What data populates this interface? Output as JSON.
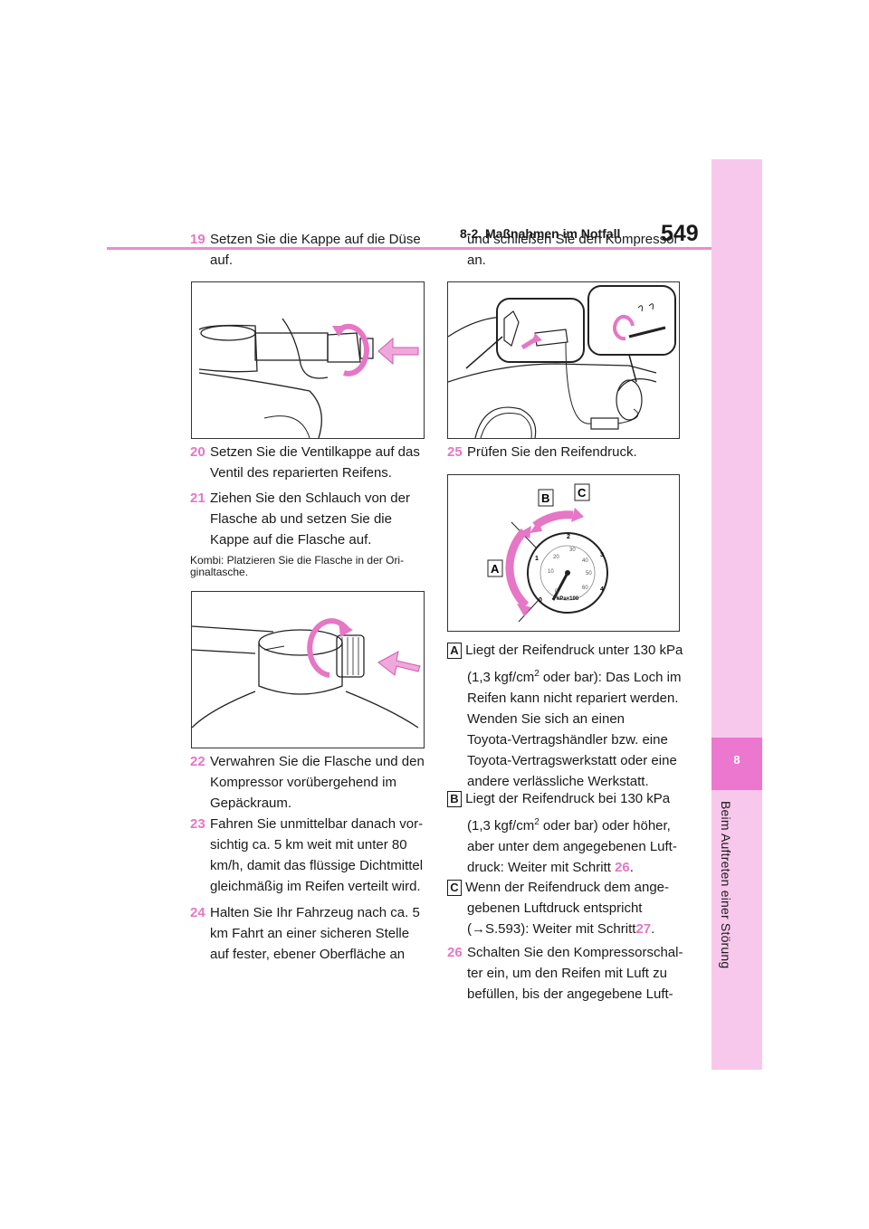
{
  "header": {
    "page_number": "549",
    "section": "8-2. Maßnahmen im Notfall"
  },
  "sidebar": {
    "chapter_number": "8",
    "chapter_title": "Beim Auftreten einer Störung"
  },
  "left_column": {
    "step19": {
      "num": "19",
      "line1": "Setzen Sie die Kappe auf die Düse",
      "line2": "auf."
    },
    "step20": {
      "num": "20",
      "line1": "Setzen Sie die Ventilkappe auf das",
      "line2": "Ventil des reparierten Reifens."
    },
    "step21": {
      "num": "21",
      "line1": "Ziehen Sie den Schlauch von der",
      "line2": "Flasche ab und setzen Sie die",
      "line3": "Kappe auf die Flasche auf."
    },
    "note": {
      "line1": "Kombi: Platzieren Sie die Flasche in der Ori-",
      "line2": "ginaltasche."
    },
    "step22": {
      "num": "22",
      "line1": "Verwahren Sie die Flasche und den",
      "line2": "Kompressor vorübergehend im",
      "line3": "Gepäckraum."
    },
    "step23": {
      "num": "23",
      "line1": "Fahren Sie unmittelbar danach vor-",
      "line2": "sichtig ca. 5 km weit mit unter 80",
      "line3": "km/h, damit das flüssige Dichtmittel",
      "line4": "gleichmäßig im Reifen verteilt wird."
    },
    "step24": {
      "num": "24",
      "line1": "Halten Sie Ihr Fahrzeug nach ca. 5",
      "line2": "km Fahrt an einer sicheren Stelle",
      "line3": "auf fester, ebener Oberfläche an"
    }
  },
  "right_column": {
    "cont": {
      "line1": "und schließen Sie den Kompressor",
      "line2": "an."
    },
    "step25": {
      "num": "25",
      "text": "Prüfen Sie den Reifendruck."
    },
    "gauge": {
      "label_a": "A",
      "label_b": "B",
      "label_c": "C",
      "unit": "kPa×100",
      "outer_ticks": [
        "0",
        "1",
        "2",
        "3",
        "4"
      ],
      "inner_ticks": [
        "0",
        "10",
        "20",
        "30",
        "40",
        "50",
        "60"
      ]
    },
    "item_a": {
      "label": "A",
      "line1": "Liegt der Reifendruck unter 130 kPa",
      "line2a": "(1,3 kgf/cm",
      "line2sup": "2",
      "line2b": " oder bar): Das Loch im",
      "line3": "Reifen kann nicht repariert werden.",
      "line4": "Wenden Sie sich an einen",
      "line5": "Toyota-Vertragshändler bzw. eine",
      "line6": "Toyota-Vertragswerkstatt oder eine",
      "line7": "andere verlässliche Werkstatt."
    },
    "item_b": {
      "label": "B",
      "line1": "Liegt der Reifendruck bei 130 kPa",
      "line2a": "(1,3 kgf/cm",
      "line2sup": "2",
      "line2b": " oder bar) oder höher,",
      "line3": "aber unter dem angegebenen Luft-",
      "line4a": "druck: Weiter mit Schritt ",
      "line4ref": "26",
      "line4b": "."
    },
    "item_c": {
      "label": "C",
      "line1": "Wenn der Reifendruck dem ange-",
      "line2": "gebenen Luftdruck entspricht",
      "line3a": "(→S.593): Weiter mit Schritt",
      "line3ref": "27",
      "line3b": "."
    },
    "step26": {
      "num": "26",
      "line1": "Schalten Sie den Kompressorschal-",
      "line2": "ter ein, um den Reifen mit Luft zu",
      "line3": "befüllen, bis der angegebene Luft-"
    }
  },
  "colors": {
    "accent": "#e676c6",
    "tab": "#f8c8ec",
    "tab_active": "#ec77cf",
    "rule": "#f08ad0"
  }
}
